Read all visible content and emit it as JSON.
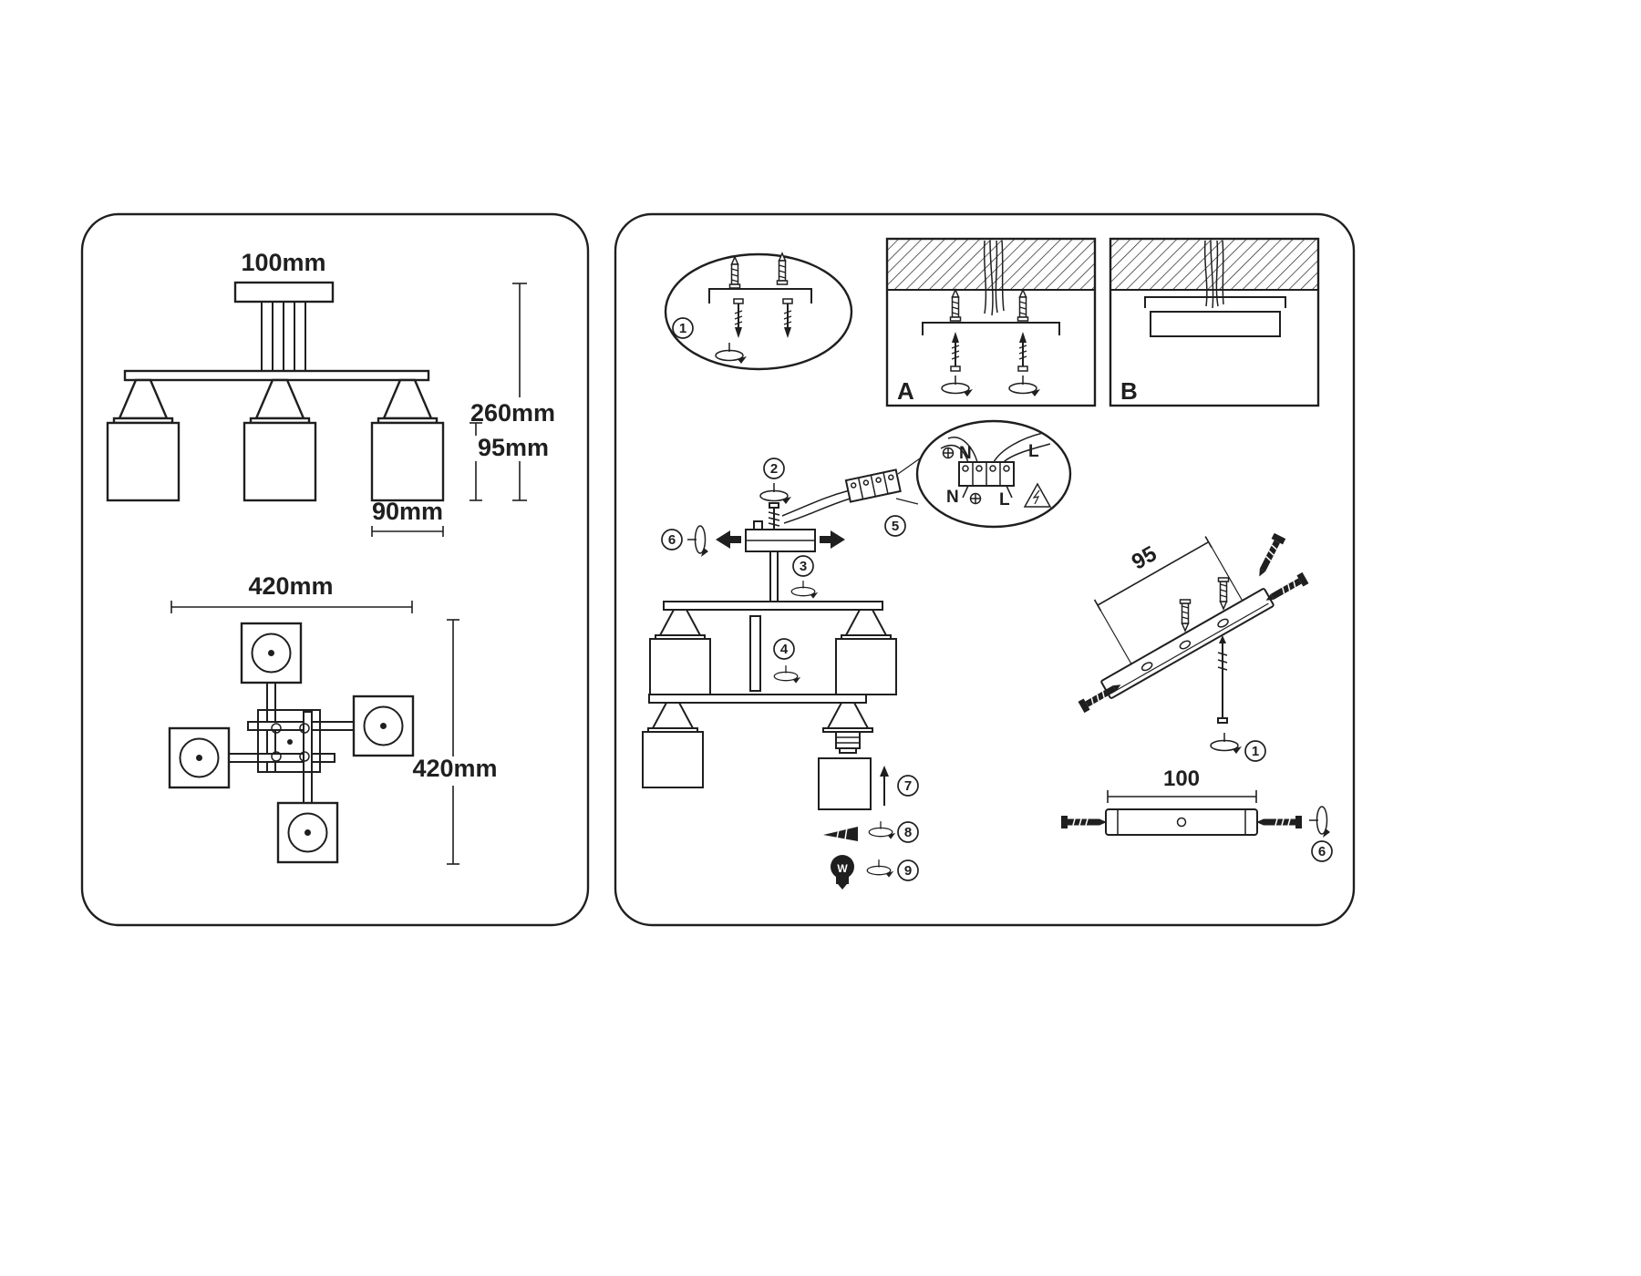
{
  "left_panel": {
    "front_view": {
      "canopy_width": "100mm",
      "fixture_height": "260mm",
      "shade_height": "95mm",
      "shade_width": "90mm"
    },
    "top_view": {
      "width": "420mm",
      "depth": "420mm"
    }
  },
  "right_panel": {
    "step_markers": {
      "s1": "1",
      "s2": "2",
      "s3": "3",
      "s4": "4",
      "s5": "5",
      "s6": "6",
      "s7": "7",
      "s8": "8",
      "s9": "9",
      "bracket_rotate": "1",
      "bracket_screw": "6"
    },
    "mounting_options": {
      "option_a": "A",
      "option_b": "B"
    },
    "wiring_detail": {
      "n_top": "N",
      "l_top": "L",
      "n_bottom": "N",
      "l_bottom": "L"
    },
    "bulb_label": "W",
    "bracket_dims": {
      "hole_spacing_3d": "95",
      "hole_spacing_front": "100"
    }
  }
}
